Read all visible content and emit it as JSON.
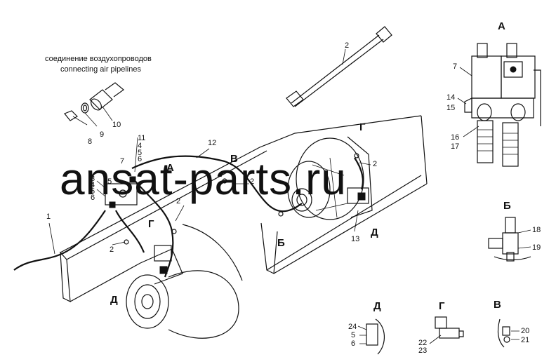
{
  "caption": {
    "ru": "соединение воздухопроводов",
    "en": "connecting air pipelines"
  },
  "watermark": "ansat-parts.ru",
  "corner_mark": "",
  "callouts": {
    "n1": "1",
    "n2": "2",
    "n3": "3",
    "n4": "4",
    "n5": "5",
    "n6": "6",
    "n7": "7",
    "n8": "8",
    "n9": "9",
    "n10": "10",
    "n11": "11",
    "n12": "12",
    "n13": "13",
    "n14": "14",
    "n15": "15",
    "n16": "16",
    "n17": "17",
    "n18": "18",
    "n19": "19",
    "n20": "20",
    "n21": "21",
    "n22": "22",
    "n23": "23",
    "n24": "24",
    "n25": "25"
  },
  "views": {
    "A": "А",
    "B": "Б",
    "V": "В",
    "G": "Г",
    "D": "Д"
  }
}
